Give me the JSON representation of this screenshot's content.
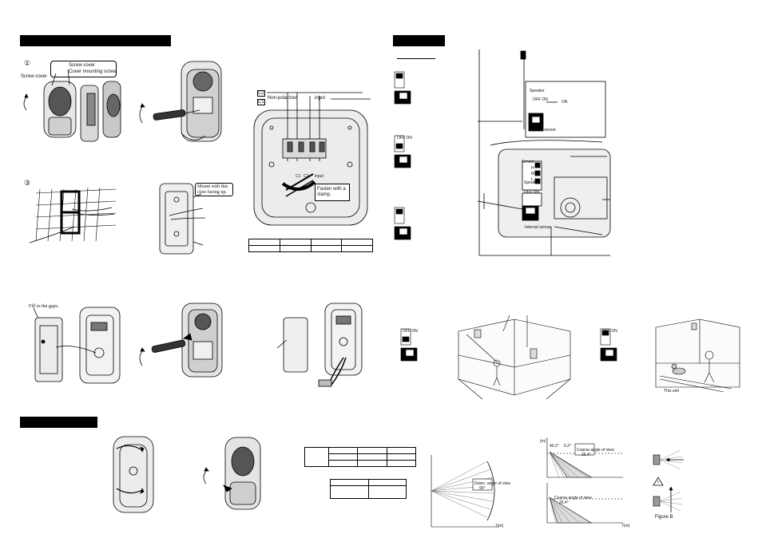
{
  "steps": {
    "step1": "①",
    "step3": "③"
  },
  "labels": {
    "screw_cover_callout": "Screw cover",
    "cover_mounting_screw": "Cover mounting screw",
    "screw_cover_left": "Screw cover",
    "mount_claw": "Mount with this claw facing up.",
    "fill_gaps": "Fill to the gaps.",
    "non_polarized": "Non-polarized",
    "input": "input",
    "c1": "C1",
    "c2": "C2",
    "fasten_clamp": "Fasten with a clamp.",
    "terminal_c1": "C1",
    "terminal_c2": "C2",
    "terminal_input": "input",
    "on": "ON",
    "off_on": "OFF ON",
    "speaker": "Speaker",
    "sensor": "Sensor",
    "internal_sensor": "Internal sensor",
    "h": "H",
    "m": "M",
    "l": "L",
    "this_unit": "This unit",
    "figure_b": "Figure B",
    "detection_angle": "Detec. angle of view",
    "detection_angle_value": "90°",
    "coarse_view": "Coarse angle of view",
    "coarse_value": "25.4°",
    "angle_40": "40.2°",
    "angle_6": "6.2°",
    "x_unit": "7(m)",
    "y_unit": "(m)"
  },
  "colors": {
    "ink": "#000000",
    "paper": "#ffffff",
    "grey": "#9a9a9a"
  }
}
